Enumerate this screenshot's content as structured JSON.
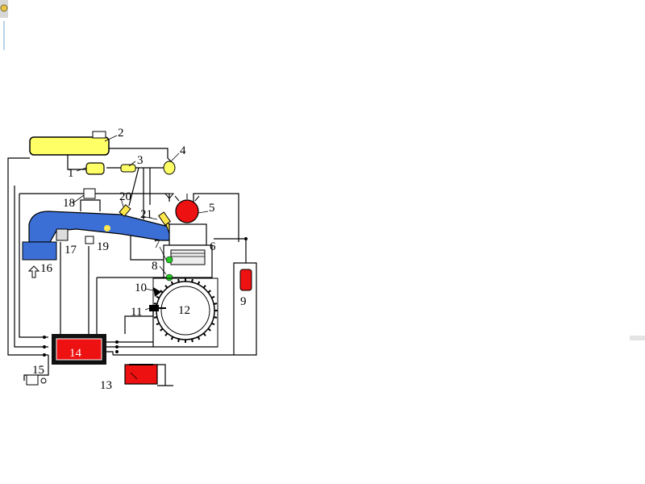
{
  "colors": {
    "fuel": "#ffff66",
    "intake": "#3b6fd6",
    "injector_body": "#ffe84d",
    "red_part": "#ee1111",
    "sensor_green": "#22cc22",
    "ecu_frame": "#111111",
    "background": "#ffffff"
  },
  "labels": {
    "l1": "1",
    "l2": "2",
    "l3": "3",
    "l4": "4",
    "l5": "5",
    "l6": "6",
    "l7": "7",
    "l8": "8",
    "l9": "9",
    "l10": "10",
    "l11": "11",
    "l12": "12",
    "l13": "13",
    "l14": "14",
    "l15": "15",
    "l16": "16",
    "l17": "17",
    "l18": "18",
    "l19": "19",
    "l20": "20",
    "l21": "21"
  },
  "icons": {
    "corner": "app-corner-icon",
    "arrow": "air-inlet-arrow-icon"
  }
}
